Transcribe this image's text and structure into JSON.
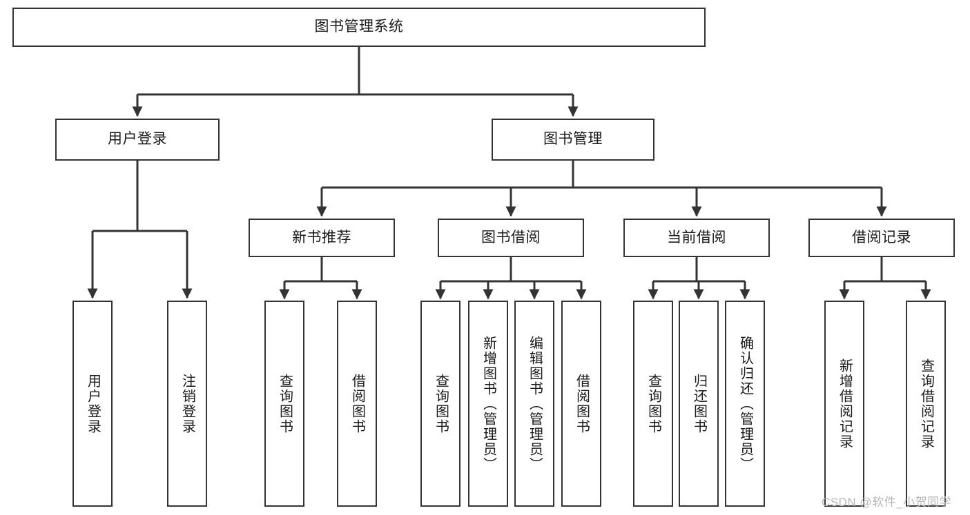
{
  "diagram": {
    "title": "图书管理系统",
    "type": "tree-hierarchy-chart",
    "stroke_color": "#333333",
    "background_color": "#ffffff",
    "text_color": "#1a1a1a"
  },
  "root": {
    "label": "图书管理系统"
  },
  "level2": [
    {
      "label": "用户登录"
    },
    {
      "label": "图书管理"
    }
  ],
  "level3": [
    {
      "label": "新书推荐"
    },
    {
      "label": "图书借阅"
    },
    {
      "label": "当前借阅"
    },
    {
      "label": "借阅记录"
    }
  ],
  "leaves": {
    "user_login": [
      {
        "label": "用户登录"
      },
      {
        "label": "注销登录"
      }
    ],
    "new_book_rec": [
      {
        "label": "查询图书"
      },
      {
        "label": "借阅图书"
      }
    ],
    "book_borrow": [
      {
        "label": "查询图书"
      },
      {
        "label": "新增图书（管理员）"
      },
      {
        "label": "编辑图书（管理员）"
      },
      {
        "label": "借阅图书"
      }
    ],
    "current_borrow": [
      {
        "label": "查询图书"
      },
      {
        "label": "归还图书"
      },
      {
        "label": "确认归还（管理员）"
      }
    ],
    "borrow_record": [
      {
        "label": "新增借阅记录"
      },
      {
        "label": "查询借阅记录"
      }
    ]
  },
  "watermark": {
    "text": "CSDN @软件_小贺同学"
  }
}
